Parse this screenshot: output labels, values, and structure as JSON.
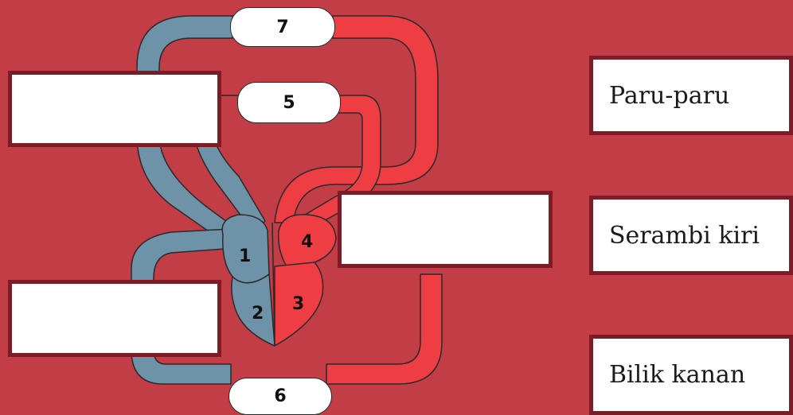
{
  "colors": {
    "background": "#c23d46",
    "deoxygenated": "#6e93a8",
    "oxygenated": "#ef3e43",
    "box_border": "#7d1c26"
  },
  "labels": {
    "n1": "1",
    "n2": "2",
    "n3": "3",
    "n4": "4",
    "n5": "5",
    "n6": "6",
    "n7": "7"
  },
  "answer_cards": [
    {
      "text": "Paru-paru"
    },
    {
      "text": "Serambi kiri"
    },
    {
      "text": "Bilik kanan"
    }
  ],
  "drop_boxes": [
    "",
    "",
    ""
  ]
}
